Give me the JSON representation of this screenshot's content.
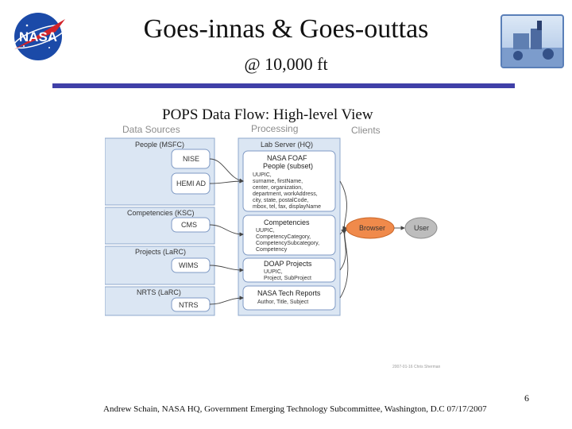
{
  "slide": {
    "title": "Goes-innas & Goes-outtas",
    "subtitle": "@ 10,000 ft",
    "page_number": "6",
    "footer": "Andrew Schain, NASA HQ, Government Emerging Technology Subcommittee, Washington, D.C 07/17/2007",
    "logo_text": "NASA"
  },
  "diagram": {
    "title": "POPS Data Flow: High-level View",
    "column_headers": [
      "Data Sources",
      "Processing",
      "Clients"
    ],
    "source_groups": [
      {
        "label": "People (MSFC)",
        "items": [
          "NISE",
          "HEMI AD"
        ]
      },
      {
        "label": "Competencies (KSC)",
        "items": [
          "CMS"
        ]
      },
      {
        "label": "Projects (LaRC)",
        "items": [
          "WIMS"
        ]
      },
      {
        "label": "NRTS (LaRC)",
        "items": [
          "NTRS"
        ]
      }
    ],
    "lab_server_label": "Lab Server (HQ)",
    "processing_boxes": [
      {
        "title": "NASA FOAF",
        "subtitle": "People (subset)",
        "fields": [
          "UUPIC,",
          "surname, firstName,",
          "center, organization,",
          "department, workAddress,",
          "city, state, postalCode,",
          "mbox, tel, fax, displayName"
        ]
      },
      {
        "title": "Competencies",
        "fields": [
          "UUPIC,",
          "CompetencyCategory,",
          "CompetencySubcategory,",
          "Competency"
        ]
      },
      {
        "title": "DOAP Projects",
        "fields": [
          "UUPIC,",
          "Project, SubProject"
        ]
      },
      {
        "title": "NASA Tech Reports",
        "fields": [
          "Author, Title, Subject"
        ]
      }
    ],
    "clients": [
      "Browser",
      "User"
    ],
    "copyright": "2007-01-16 Chris Sherman",
    "colors": {
      "panel": "#dbe6f3",
      "panel_border": "#8fa8cc",
      "browser": "#f08a4b",
      "user": "#bdbdbd"
    }
  }
}
